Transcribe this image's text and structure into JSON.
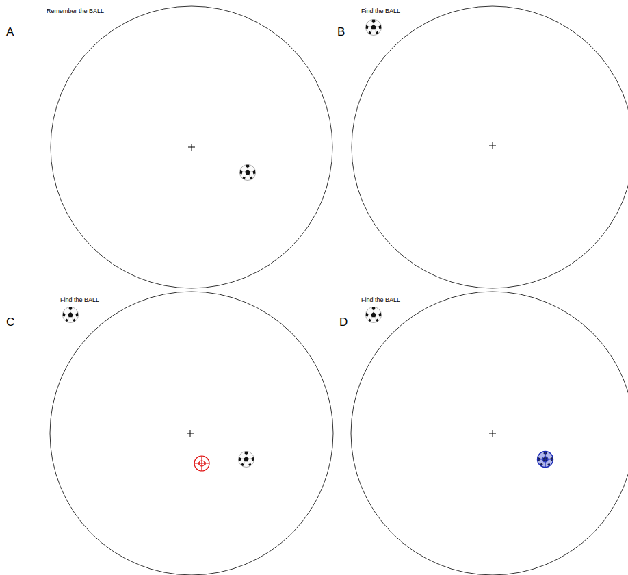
{
  "diagram": {
    "labels": [
      "A",
      "Remember the BALL",
      "B",
      "Find the BALL",
      "C",
      "Find the BALL",
      "D",
      "Find the BALL"
    ]
  }
}
